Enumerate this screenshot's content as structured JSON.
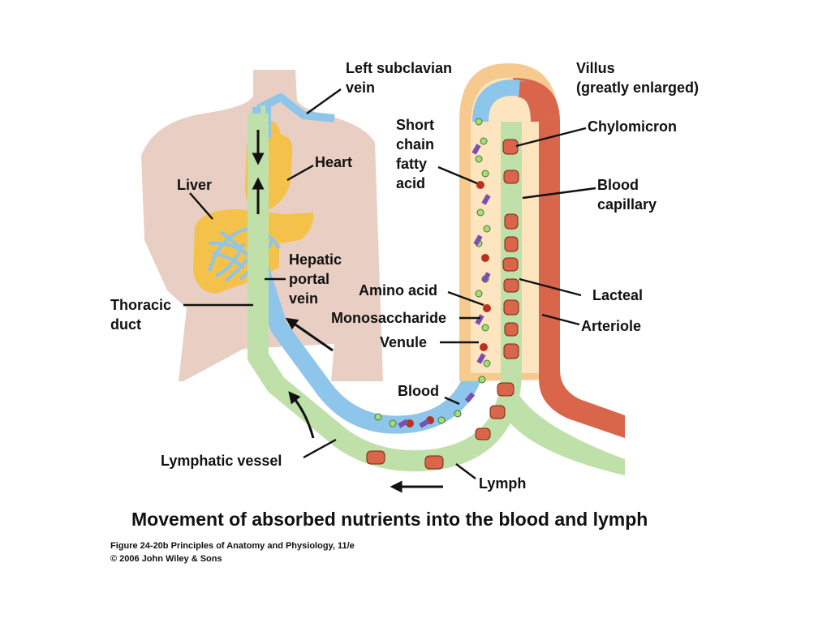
{
  "labels": {
    "left_subclavian_vein_1": "Left subclavian",
    "left_subclavian_vein_2": "vein",
    "villus_1": "Villus",
    "villus_2": "(greatly enlarged)",
    "short_chain_1": "Short",
    "short_chain_2": "chain",
    "short_chain_3": "fatty",
    "short_chain_4": "acid",
    "chylomicron": "Chylomicron",
    "heart": "Heart",
    "liver": "Liver",
    "blood_capillary_1": "Blood",
    "blood_capillary_2": "capillary",
    "hepatic_portal_1": "Hepatic",
    "hepatic_portal_2": "portal",
    "hepatic_portal_3": "vein",
    "amino_acid": "Amino acid",
    "lacteal": "Lacteal",
    "thoracic_duct_1": "Thoracic",
    "thoracic_duct_2": "duct",
    "monosaccharide": "Monosaccharide",
    "arteriole": "Arteriole",
    "venule": "Venule",
    "blood": "Blood",
    "lymphatic_vessel": "Lymphatic vessel",
    "lymph": "Lymph"
  },
  "title": "Movement of absorbed nutrients into the blood and lymph",
  "caption": {
    "line1": "Figure 24-20b  Principles of Anatomy and Physiology, 11/e",
    "line2": "© 2006 John Wiley & Sons"
  },
  "colors": {
    "body": "#e9cfc3",
    "vein_blue": "#8ec5ea",
    "lymph_green": "#bfe0a8",
    "artery_red": "#d9654a",
    "villus_orange": "#f6c98e",
    "liver_yellow": "#f4c24b",
    "chylomicron": "#d9654a",
    "amino_acid_dot": "#b8321c",
    "monosaccharide": "#7b4fb0"
  }
}
